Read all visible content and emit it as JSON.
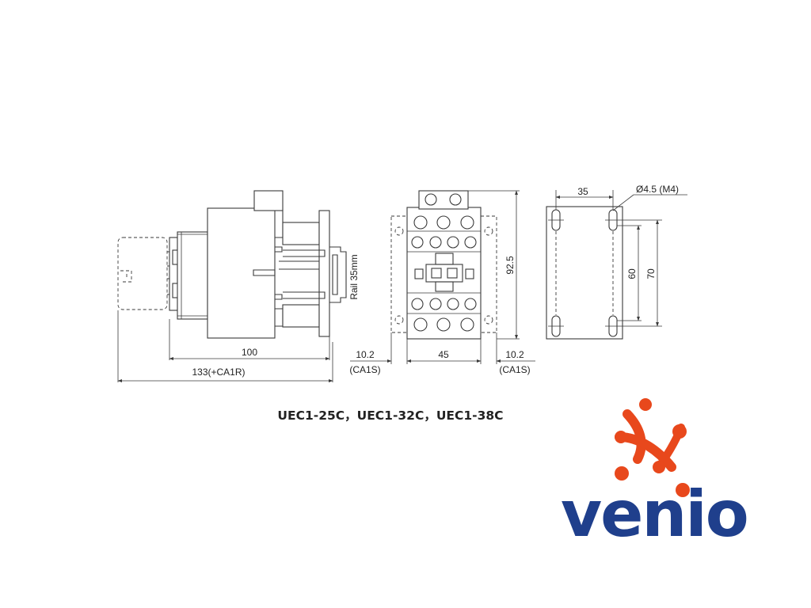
{
  "dimensions": {
    "side_depth": "100",
    "side_total": "133(+CA1R)",
    "rail_label": "Rail 35mm",
    "front_left_offset": "10.2",
    "front_left_note": "(CA1S)",
    "front_width": "45",
    "front_right_offset": "10.2",
    "front_right_note": "(CA1S)",
    "front_height": "92.5",
    "mount_width": "35",
    "mount_hole": "Ø4.5 (M4)",
    "mount_inner_height": "60",
    "mount_outer_height": "70"
  },
  "models_caption": "UEC1-25C，UEC1-32C，UEC1-38C",
  "brand": {
    "name": "venio",
    "text_color": "#1f3f8c",
    "accent_color": "#e8481c"
  },
  "colors": {
    "line": "#3a3a3a",
    "background": "#ffffff"
  }
}
